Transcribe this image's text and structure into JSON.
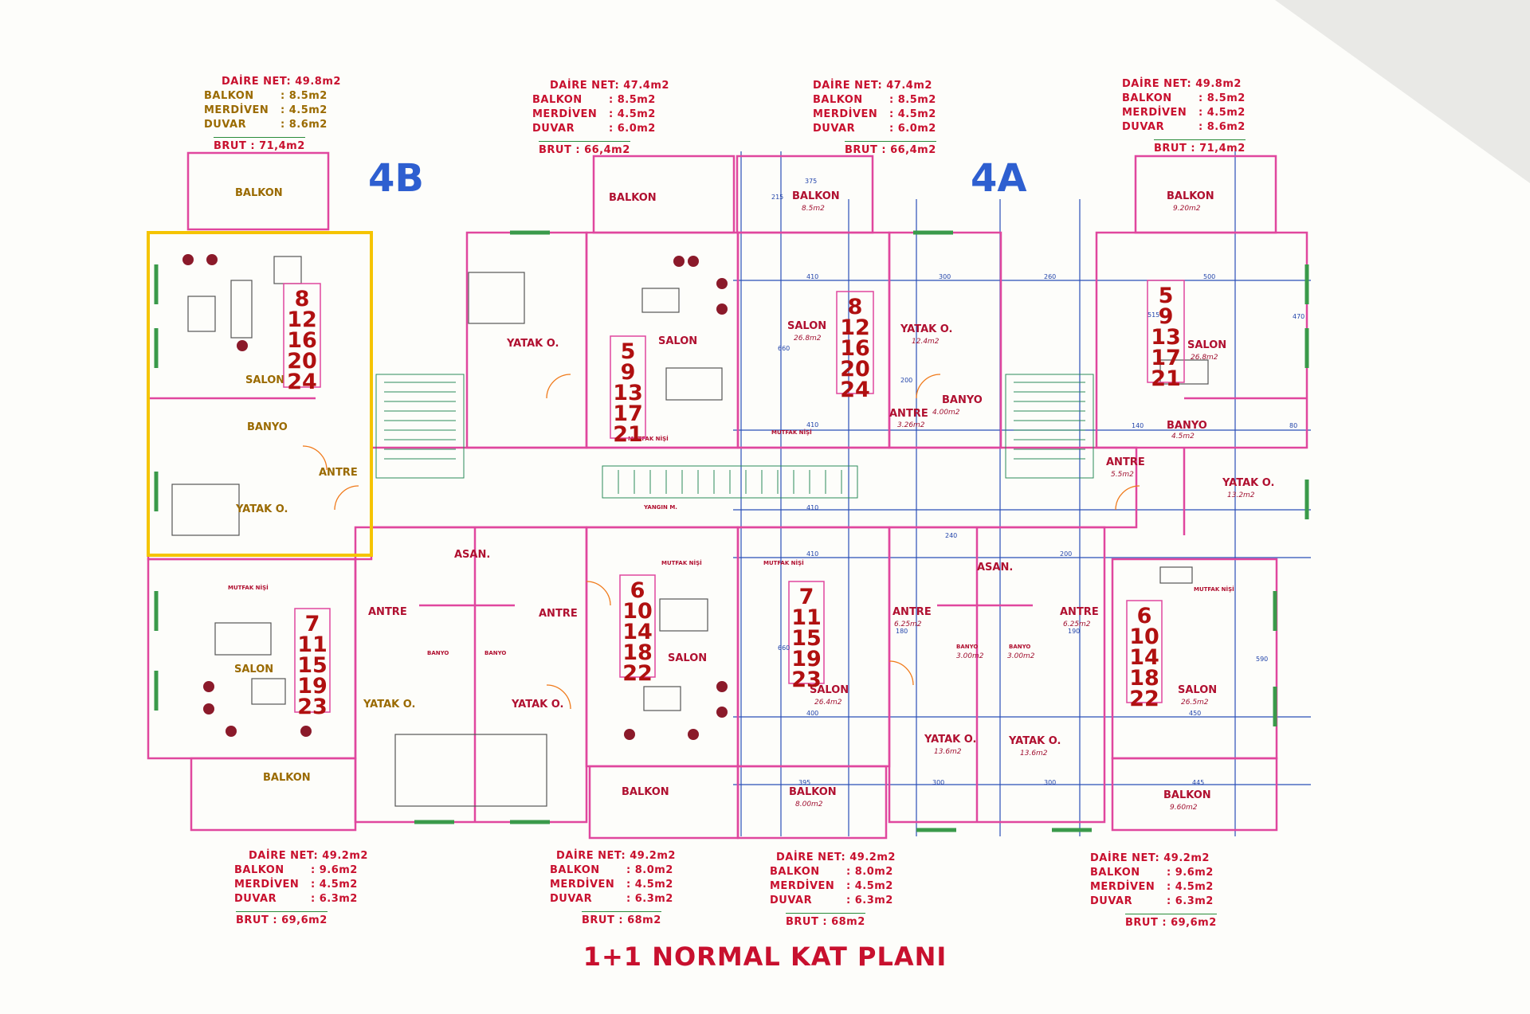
{
  "plan_title": "1+1 NORMAL KAT PLANI",
  "blocks": {
    "left": "4B",
    "right": "4A"
  },
  "apartment_stats": [
    {
      "id": "top-4b",
      "net": "DAİRE NET: 49.8m2",
      "balkon_label": "BALKON",
      "balkon": ": 8.5m2",
      "merdiven_label": "MERDİVEN",
      "merdiven": ": 4.5m2",
      "duvar_label": "DUVAR",
      "duvar": ": 8.6m2",
      "brut": "BRUT  : 71,4m2"
    },
    {
      "id": "top-4b-mid",
      "net": "DAİRE NET: 47.4m2",
      "balkon_label": "BALKON",
      "balkon": ": 8.5m2",
      "merdiven_label": "MERDİVEN",
      "merdiven": ": 4.5m2",
      "duvar_label": "DUVAR",
      "duvar": ": 6.0m2",
      "brut": "BRUT  : 66,4m2"
    },
    {
      "id": "top-4a-mid",
      "net": "DAİRE NET: 47.4m2",
      "balkon_label": "BALKON",
      "balkon": ": 8.5m2",
      "merdiven_label": "MERDİVEN",
      "merdiven": ": 4.5m2",
      "duvar_label": "DUVAR",
      "duvar": ": 6.0m2",
      "brut": "BRUT  : 66,4m2"
    },
    {
      "id": "top-4a",
      "net": "DAİRE NET: 49.8m2",
      "balkon_label": "BALKON",
      "balkon": ": 8.5m2",
      "merdiven_label": "MERDİVEN",
      "merdiven": ": 4.5m2",
      "duvar_label": "DUVAR",
      "duvar": ": 8.6m2",
      "brut": "BRUT  : 71,4m2"
    },
    {
      "id": "bottom-4b",
      "net": "DAİRE NET: 49.2m2",
      "balkon_label": "BALKON",
      "balkon": ": 9.6m2",
      "merdiven_label": "MERDİVEN",
      "merdiven": ": 4.5m2",
      "duvar_label": "DUVAR",
      "duvar": ": 6.3m2",
      "brut": "BRUT  : 69,6m2"
    },
    {
      "id": "bottom-4b-mid",
      "net": "DAİRE NET: 49.2m2",
      "balkon_label": "BALKON",
      "balkon": ": 8.0m2",
      "merdiven_label": "MERDİVEN",
      "merdiven": ": 4.5m2",
      "duvar_label": "DUVAR",
      "duvar": ": 6.3m2",
      "brut": "BRUT  : 68m2"
    },
    {
      "id": "bottom-4a-mid",
      "net": "DAİRE NET: 49.2m2",
      "balkon_label": "BALKON",
      "balkon": ": 8.0m2",
      "merdiven_label": "MERDİVEN",
      "merdiven": ": 4.5m2",
      "duvar_label": "DUVAR",
      "duvar": ": 6.3m2",
      "brut": "BRUT  : 68m2"
    },
    {
      "id": "bottom-4a",
      "net": "DAİRE NET: 49.2m2",
      "balkon_label": "BALKON",
      "balkon": ": 9.6m2",
      "merdiven_label": "MERDİVEN",
      "merdiven": ": 4.5m2",
      "duvar_label": "DUVAR",
      "duvar": ": 6.3m2",
      "brut": "BRUT  : 69,6m2"
    }
  ],
  "room_labels": {
    "balkon": "BALKON",
    "salon": "SALON",
    "yatak": "YATAK O.",
    "banyo": "BANYO",
    "antre": "ANTRE",
    "asan": "ASAN.",
    "mutfak": "MUTFAK NİŞİ",
    "yangin": "YANGIN M."
  },
  "room_areas": {
    "balkon_a1": "8.5m2",
    "balkon_a2": "9.20m2",
    "balkon_a3": "8.00m2",
    "balkon_a4": "9.60m2",
    "salon_a1": "26.8m2",
    "salon_a2": "26.8m2",
    "salon_a3": "26.4m2",
    "salon_a4": "26.5m2",
    "yatak_a1": "12.4m2",
    "yatak_a2": "13.2m2",
    "yatak_a3": "13.6m2",
    "yatak_a4": "13.6m2",
    "banyo_a1": "4.00m2",
    "banyo_a2": "4.5m2",
    "banyo_a3": "3.00m2",
    "banyo_a4": "3.00m2",
    "antre_a1": "3.26m2",
    "antre_a2": "5.5m2",
    "antre_a3": "6.25m2",
    "antre_a4": "6.25m2"
  },
  "floor_numbers": {
    "top_4b_left": [
      "8",
      "12",
      "16",
      "20",
      "24"
    ],
    "top_4b_mid": [
      "5",
      "9",
      "13",
      "17",
      "21"
    ],
    "top_4a_mid": [
      "8",
      "12",
      "16",
      "20",
      "24"
    ],
    "top_4a_right": [
      "5",
      "9",
      "13",
      "17",
      "21"
    ],
    "bottom_4b_left": [
      "7",
      "11",
      "15",
      "19",
      "23"
    ],
    "bottom_4b_mid": [
      "6",
      "10",
      "14",
      "18",
      "22"
    ],
    "bottom_4a_mid": [
      "7",
      "11",
      "15",
      "19",
      "23"
    ],
    "bottom_4a_right": [
      "6",
      "10",
      "14",
      "18",
      "22"
    ]
  },
  "dimensions": [
    "375",
    "215",
    "410",
    "300",
    "260",
    "500",
    "470",
    "660",
    "410",
    "410",
    "410",
    "240",
    "200",
    "180",
    "190",
    "445",
    "395",
    "300",
    "300",
    "450",
    "660",
    "590",
    "400",
    "515",
    "200",
    "140",
    "80"
  ],
  "colors": {
    "wall": "#e0479e",
    "grid": "#2a4fb8",
    "text_red": "#c8102e",
    "block_label": "#2e5fd0",
    "window": "#3a9a4a",
    "yellow_highlight": "#f5c400"
  }
}
